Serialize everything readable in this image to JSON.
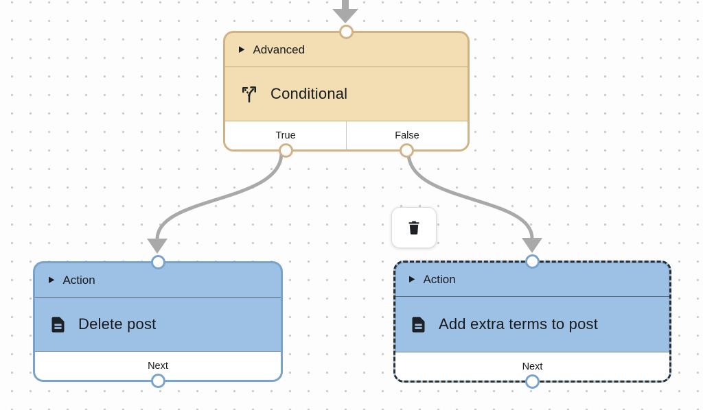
{
  "canvas": {
    "background_color": "#fdfdfd",
    "dot_color": "#cbcbcb"
  },
  "colors": {
    "edge": "#a9a9a9",
    "conditional_fill": "#f3deb4",
    "conditional_border": "#d2b284",
    "action_fill": "#9dc1e4",
    "action_border": "#78a3cc",
    "selected_dash": "#2d2d2d",
    "footer_bg": "#ffffff",
    "text": "#17191c"
  },
  "icons": {
    "expand_caret": "▶",
    "conditional_icon_name": "branch-icon",
    "action_icon_name": "document-icon",
    "delete_icon_name": "trash-icon"
  },
  "nodes": {
    "conditional": {
      "category": "Advanced",
      "title": "Conditional",
      "outputs": {
        "true": "True",
        "false": "False"
      }
    },
    "delete_post": {
      "category": "Action",
      "title": "Delete post",
      "output": "Next"
    },
    "add_terms": {
      "category": "Action",
      "title": "Add extra terms to post",
      "output": "Next",
      "selected": true
    }
  }
}
